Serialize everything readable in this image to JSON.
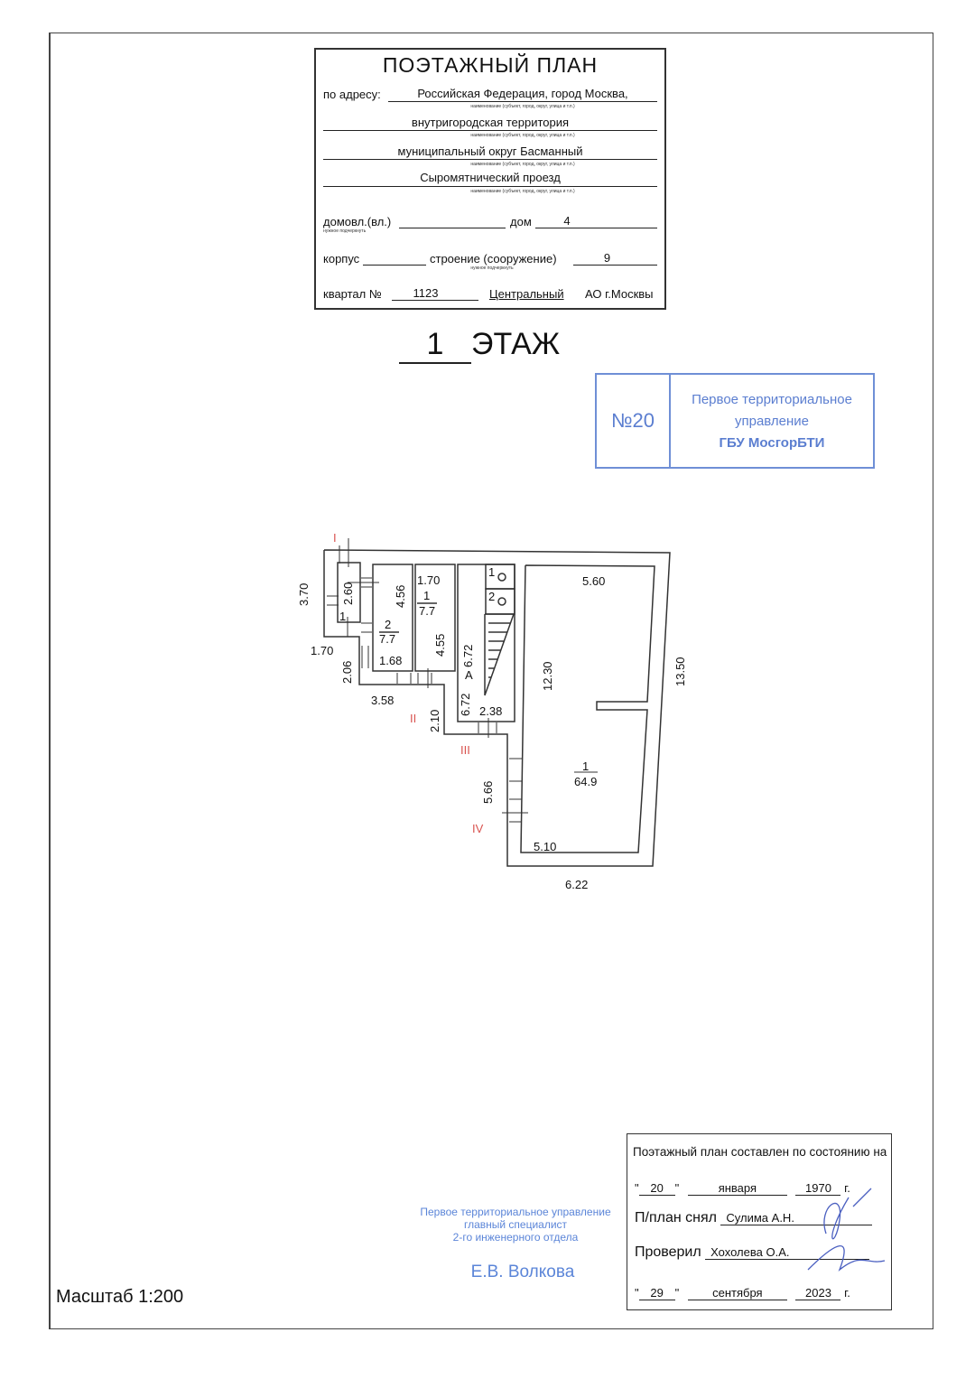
{
  "header": {
    "title": "ПОЭТАЖНЫЙ ПЛАН",
    "address_label": "по адресу:",
    "address_line1": "Российская Федерация, город Москва,",
    "address_line2": "внутригородская территория",
    "address_line3": "муниципальный округ Басманный",
    "address_line4": "Сыромятнический проезд",
    "hint_name": "наименование (субъект, город, округ, улица и т.п.)",
    "domovl_label": "домовл.(вл.)",
    "underline_hint": "нужное подчеркнуть",
    "dom_label": "дом",
    "dom_value": "4",
    "korpus_label": "корпус",
    "stroenie_label": "строение (сооружение)",
    "stroenie_value": "9",
    "kvartal_label": "квартал №",
    "kvartal_value": "1123",
    "district_value": "Центральный",
    "district_suffix": "АО г.Москвы"
  },
  "floor": {
    "number": "1",
    "label": "ЭТАЖ"
  },
  "stamp": {
    "number": "№20",
    "line1": "Первое территориальное",
    "line2": "управление",
    "line3": "ГБУ МосгорБТИ"
  },
  "plan": {
    "entrances": [
      "I",
      "II",
      "III",
      "IV"
    ],
    "dims": [
      "3.70",
      "2.60",
      "1",
      "1.70",
      "2.06",
      "4.56",
      "1.68",
      "3.58",
      "1.70",
      "4.55",
      "2.10",
      "6.72",
      "6.72",
      "2.38",
      "12.30",
      "5.60",
      "13.50",
      "5.66",
      "5.10",
      "6.22"
    ],
    "wc": [
      "1",
      "2"
    ],
    "corridor_label": "А",
    "rooms": [
      {
        "num": "2",
        "area": "7.7"
      },
      {
        "num": "1",
        "area": "7.7"
      },
      {
        "num": "1",
        "area": "64.9"
      }
    ]
  },
  "signature_block": {
    "org": "Первое территориальное управление",
    "position": "главный специалист",
    "dept": "2-го инженерного отдела",
    "name": "Е.В. Волкова"
  },
  "scale": "Масштаб 1:200",
  "status_table": {
    "heading": "Поэтажный план составлен по состоянию на",
    "date1_day": "20",
    "date1_month": "января",
    "date1_year": "1970",
    "year_suffix": "г.",
    "taken_label": "П/план снял",
    "taken_by": "Сулима А.Н.",
    "checked_label": "Проверил",
    "checked_by": "Хохолева О.А.",
    "date2_day": "29",
    "date2_month": "сентября",
    "date2_year": "2023"
  },
  "colors": {
    "stamp_blue": "#5b7ed0",
    "entrance_red": "#d9534f"
  }
}
